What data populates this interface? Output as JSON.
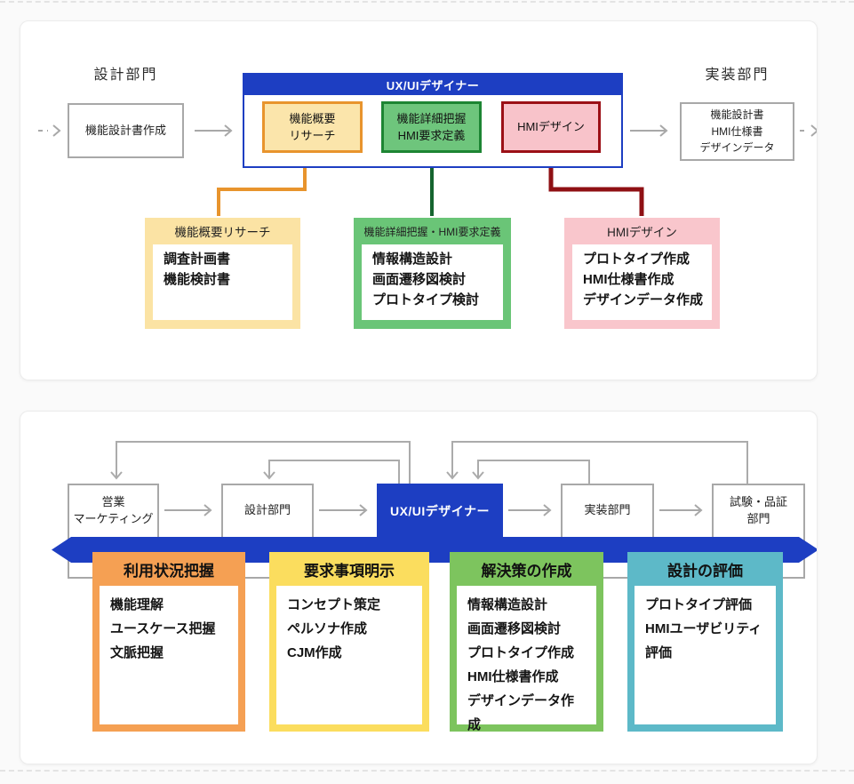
{
  "panel_top": {
    "left_label": "設計部門",
    "left_box": "機能設計書作成",
    "ux_header": "UX/UIデザイナー",
    "step_boxes": [
      {
        "line1": "機能概要",
        "line2": "リサーチ"
      },
      {
        "line1": "機能詳細把握",
        "line2": "HMI要求定義"
      },
      {
        "line1": "HMIデザイン"
      }
    ],
    "right_label": "実装部門",
    "right_box": {
      "line1": "機能設計書",
      "line2": "HMI仕様書",
      "line3": "デザインデータ"
    },
    "cards": [
      {
        "title": "機能概要リサーチ",
        "items": [
          "調査計画書",
          "機能検討書"
        ]
      },
      {
        "title": "機能詳細把握・HMI要求定義",
        "items": [
          "情報構造設計",
          "画面遷移図検討",
          "プロトタイプ検討"
        ]
      },
      {
        "title": "HMIデザイン",
        "items": [
          "プロトタイプ作成",
          "HMI仕様書作成",
          "デザインデータ作成"
        ]
      }
    ]
  },
  "panel_bottom": {
    "flow_boxes": [
      {
        "line1": "営業",
        "line2": "マーケティング"
      },
      {
        "line1": "設計部門"
      },
      {
        "line1": "UX/UIデザイナー"
      },
      {
        "line1": "実装部門"
      },
      {
        "line1": "試験・品証",
        "line2": "部門"
      }
    ],
    "cards": [
      {
        "title": "利用状況把握",
        "items": [
          "機能理解",
          "ユースケース把握",
          "文脈把握"
        ]
      },
      {
        "title": "要求事項明示",
        "items": [
          "コンセプト策定",
          "ペルソナ作成",
          "CJM作成"
        ]
      },
      {
        "title": "解決策の作成",
        "items": [
          "情報構造設計",
          "画面遷移図検討",
          "プロトタイプ作成",
          "HMI仕様書作成",
          "デザインデータ作成"
        ]
      },
      {
        "title": "設計の評価",
        "items": [
          "プロトタイプ評価",
          "HMIユーザビリティ評価"
        ]
      }
    ]
  },
  "colors": {
    "accent_blue": "#1d3ec2",
    "orange_border": "#e8942d",
    "light_yellow": "#fbe5ab",
    "green_border": "#1d8533",
    "green_fill": "#6ec57c",
    "dark_red": "#9b1016",
    "pink_fill": "#f8c3ca",
    "card_yellow": "#fbe3a4",
    "card_green": "#6ac577",
    "card_pink": "#f9c6cc",
    "card_orange": "#f5a053",
    "card_gold": "#fbdd5e",
    "card_lime": "#7dc45e",
    "card_teal": "#5db9c8",
    "line_gray": "#a8a8a8"
  }
}
